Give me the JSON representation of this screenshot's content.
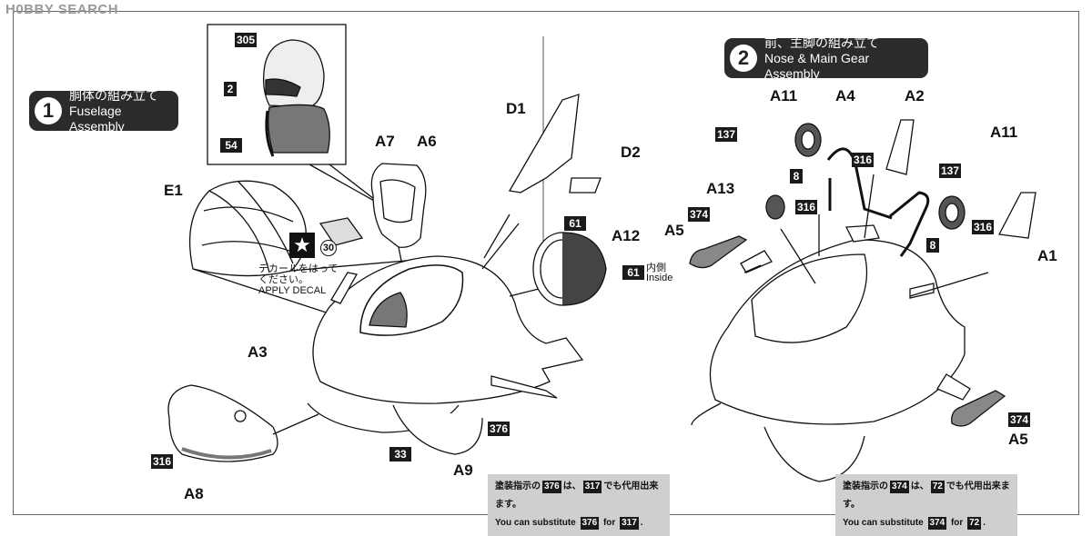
{
  "watermark": "H0BBY SEARCH",
  "step1": {
    "num": "1",
    "jp": "胴体の組み立て",
    "en": "Fuselage Assembly"
  },
  "step2": {
    "num": "2",
    "jp": "前、主脚の組み立て",
    "en": "Nose & Main Gear Assembly"
  },
  "step1_parts": {
    "p305": "305",
    "p2": "2",
    "p54": "54",
    "a7": "A7",
    "a6": "A6",
    "e1": "E1",
    "d1": "D1",
    "d2": "D2",
    "a12": "A12",
    "p61a": "61",
    "p61b": "61",
    "inside_jp": "内側",
    "inside_en": "Inside",
    "decal_num": "30",
    "decal_jp1": "デカールをはって",
    "decal_jp2": "ください。",
    "decal_en": "APPLY DECAL",
    "a3": "A3",
    "a9": "A9",
    "a8": "A8",
    "p33": "33",
    "p376": "376",
    "p316": "316"
  },
  "step2_parts": {
    "a11a": "A11",
    "a4": "A4",
    "a2": "A2",
    "a11b": "A11",
    "p137a": "137",
    "p137b": "137",
    "p8a": "8",
    "p8b": "8",
    "p316a": "316",
    "p316b": "316",
    "p316c": "316",
    "a13": "A13",
    "a5a": "A5",
    "a5b": "A5",
    "a1": "A1",
    "p374a": "374",
    "p374b": "374"
  },
  "note1": {
    "jp_pre": "塗装指示の",
    "b1": "376",
    "jp_mid": "は、",
    "b2": "317",
    "jp_post": "でも代用出来ます。",
    "en_pre": "You can substitute",
    "en_b1": "376",
    "en_for": "for",
    "en_b2": "317",
    "en_end": "."
  },
  "note2": {
    "jp_pre": "塗装指示の",
    "b1": "374",
    "jp_mid": "は、",
    "b2": "72",
    "jp_post": "でも代用出来ます。",
    "en_pre": "You can substitute",
    "en_b1": "374",
    "en_for": "for",
    "en_b2": "72",
    "en_end": "."
  }
}
